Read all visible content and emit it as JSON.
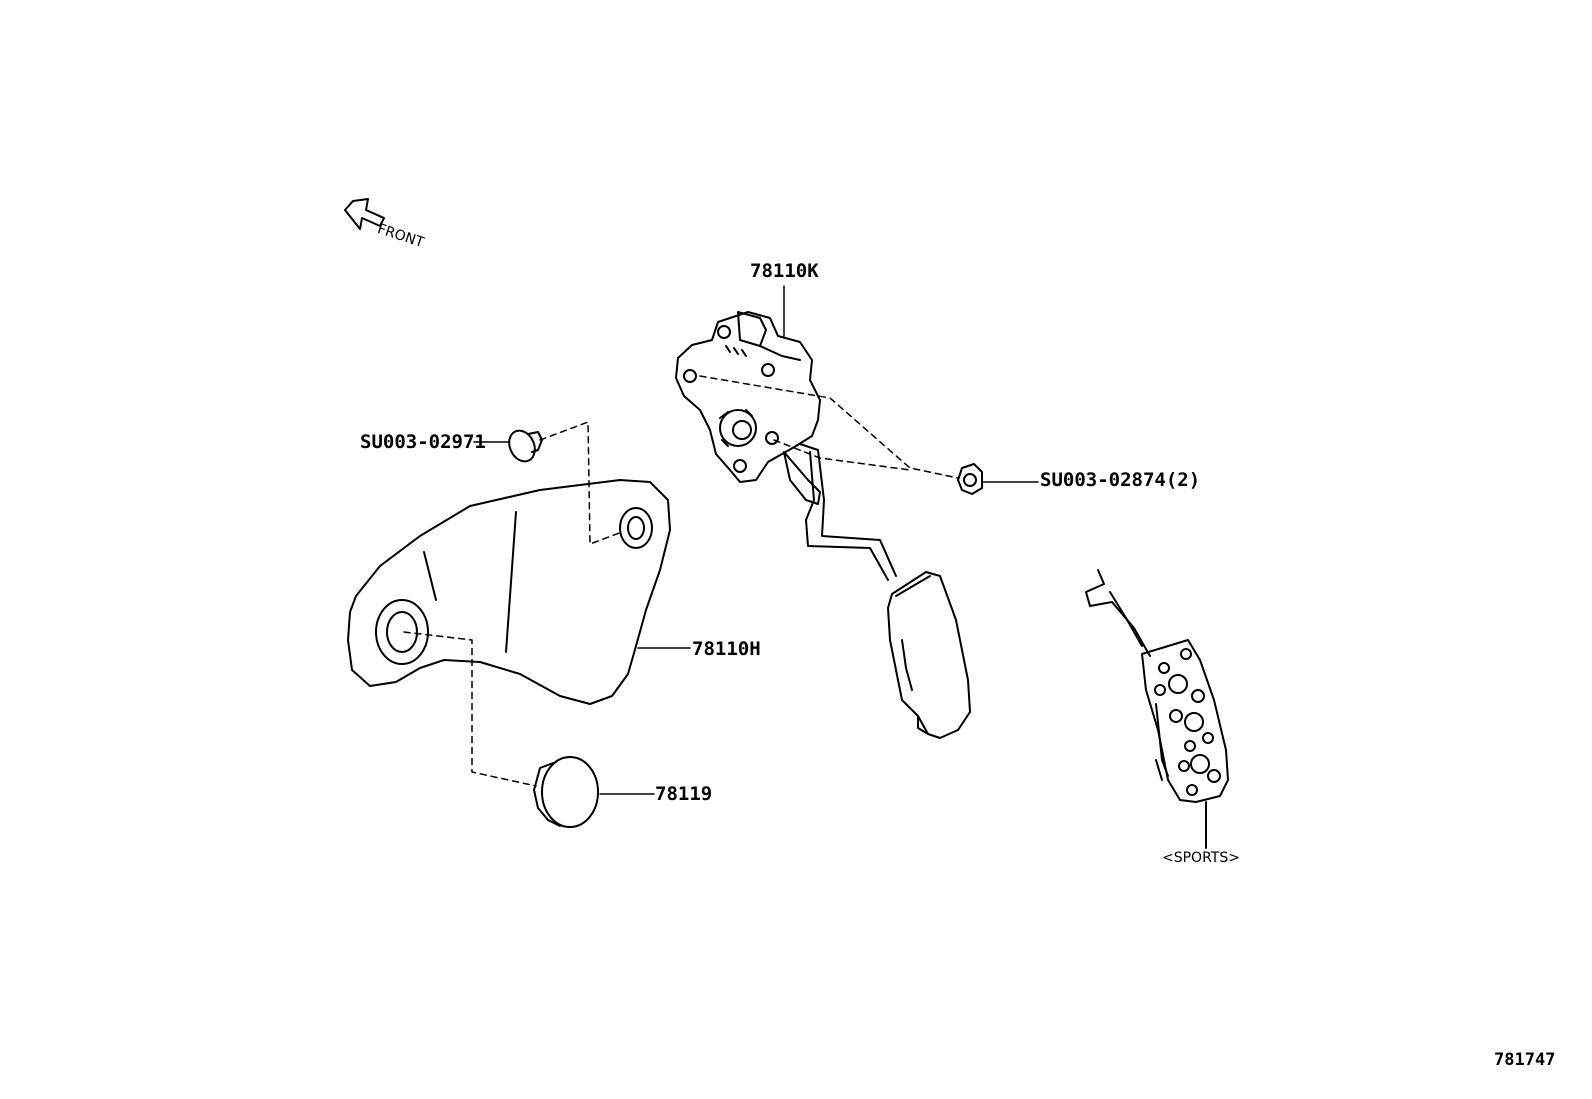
{
  "orientation": {
    "front_label": "FRONT"
  },
  "parts": {
    "pedal_assembly": "78110K",
    "clip": "SU003-02971",
    "nut": "SU003-02874(2)",
    "pedal_pad": "78110H",
    "stopper": "78119"
  },
  "variant_label": "<SPORTS>",
  "diagram_id": "781747",
  "colors": {
    "line": "#000000",
    "background": "#ffffff"
  }
}
